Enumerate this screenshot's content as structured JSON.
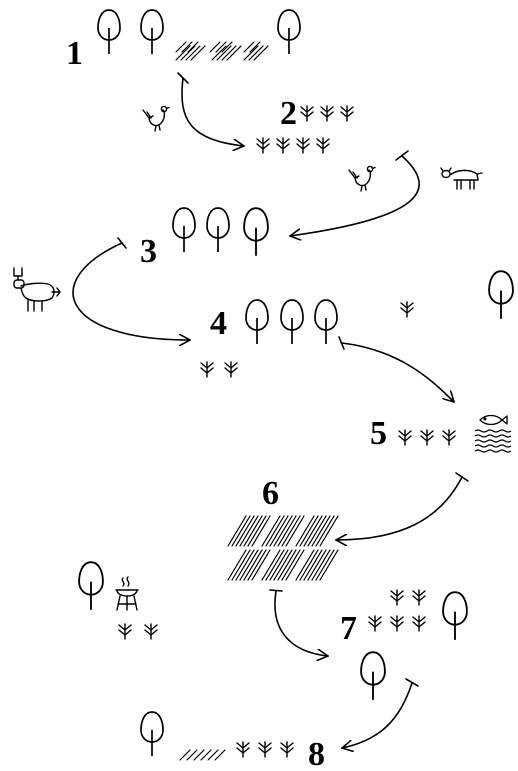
{
  "diagram": {
    "steps": [
      {
        "label": "1",
        "contents": [
          "tree-icon",
          "tree-icon",
          "field-hatch-icon",
          "tree-icon"
        ]
      },
      {
        "label": "2",
        "contents": [
          "grass-icon",
          "grass-icon",
          "grass-icon",
          "grass-icon",
          "grass-icon",
          "grass-icon",
          "grass-icon"
        ]
      },
      {
        "label": "3",
        "contents": [
          "tree-icon",
          "tree-icon",
          "tree-icon"
        ]
      },
      {
        "label": "4",
        "contents": [
          "tree-icon",
          "tree-icon",
          "tree-icon",
          "grass-icon",
          "grass-icon"
        ]
      },
      {
        "label": "5",
        "contents": [
          "grass-icon",
          "grass-icon",
          "grass-icon",
          "water-icon",
          "fish-icon"
        ]
      },
      {
        "label": "6",
        "contents": [
          "field-hatch-icon"
        ]
      },
      {
        "label": "7",
        "contents": [
          "grass-icon",
          "tree-icon",
          "tree-icon"
        ]
      },
      {
        "label": "8",
        "contents": [
          "field-hatch-icon",
          "grass-icon",
          "tree-icon"
        ]
      }
    ],
    "transitions": [
      "1-2",
      "2-3",
      "3-4",
      "4-5",
      "5-6",
      "6-7",
      "7-8"
    ],
    "agents": [
      "bird-icon",
      "bird-icon",
      "cow-icon",
      "deer-icon",
      "grill-icon"
    ],
    "colors": {
      "ink": "#000000",
      "background": "#ffffff"
    }
  }
}
